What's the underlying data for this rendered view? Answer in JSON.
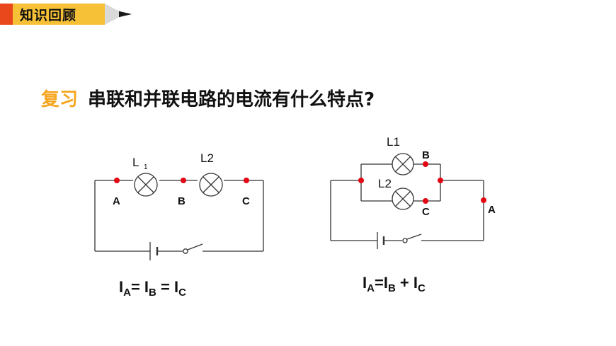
{
  "header": {
    "title": "知识回顾",
    "colors": {
      "bar": "#e8481c",
      "tag": "#f7c137",
      "tip": "#d9d9d9",
      "lead": "#1a1a1a"
    }
  },
  "question": {
    "label": "复习",
    "text": "串联和并联电路的电流有什么特点?",
    "label_color": "#f5a51d"
  },
  "series_circuit": {
    "lamp1": {
      "letter": "L",
      "sub": "1"
    },
    "lamp2": "L2",
    "point_a": "A",
    "point_b": "B",
    "point_c": "C",
    "formula": [
      {
        "t": "I",
        "sub": false
      },
      {
        "t": "A",
        "sub": true
      },
      {
        "t": "= I",
        "sub": false
      },
      {
        "t": "B",
        "sub": true
      },
      {
        "t": " = I",
        "sub": false
      },
      {
        "t": "C",
        "sub": true
      }
    ]
  },
  "parallel_circuit": {
    "lamp1": "L1",
    "lamp2": "L2",
    "point_a": "A",
    "point_b": "B",
    "point_c": "C",
    "formula": [
      {
        "t": "I",
        "sub": false
      },
      {
        "t": "A",
        "sub": true
      },
      {
        "t": "=I",
        "sub": false
      },
      {
        "t": "B",
        "sub": true
      },
      {
        "t": " + I",
        "sub": false
      },
      {
        "t": "C",
        "sub": true
      }
    ]
  },
  "colors": {
    "wire": "#333333",
    "node": "#e30613"
  }
}
